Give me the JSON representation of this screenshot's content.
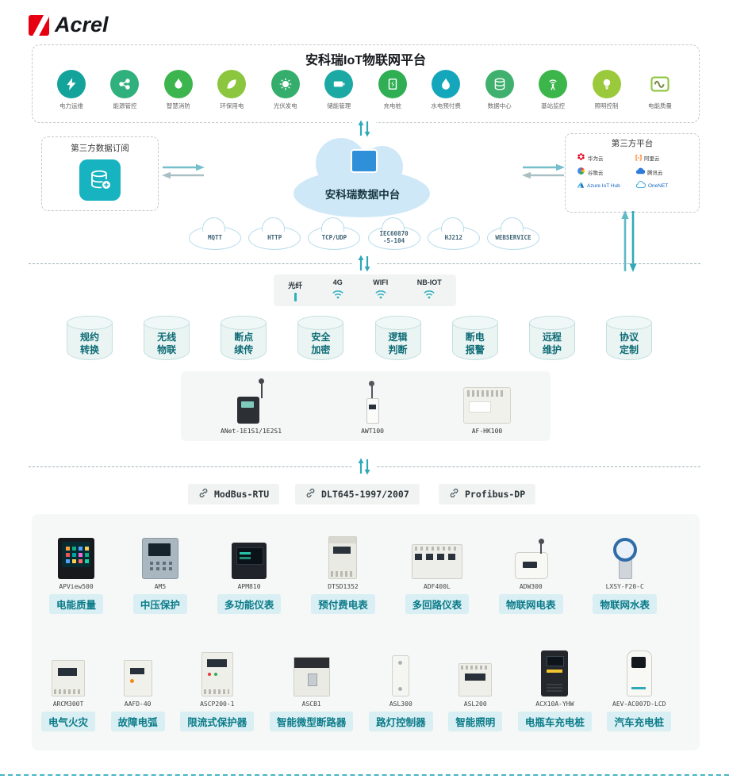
{
  "brand": {
    "name": "Acrel"
  },
  "colors": {
    "accent_teal": "#2fa9b8",
    "brand_red": "#e60012",
    "chip_bg": "#d9eff3",
    "chip_text": "#0b7b89",
    "cloud_blue": "#cfe8f7"
  },
  "platform": {
    "title": "安科瑞IoT物联网平台",
    "apps": [
      {
        "label": "电力运维"
      },
      {
        "label": "能源管控"
      },
      {
        "label": "智慧消防"
      },
      {
        "label": "环保用电"
      },
      {
        "label": "光伏发电"
      },
      {
        "label": "储能管理"
      },
      {
        "label": "充电桩"
      },
      {
        "label": "水电预付费"
      },
      {
        "label": "数据中心"
      },
      {
        "label": "基站监控"
      },
      {
        "label": "照明控制"
      },
      {
        "label": "电能质量"
      }
    ]
  },
  "subscription_box": {
    "title": "第三方数据订阅"
  },
  "data_hub": {
    "label": "安科瑞数据中台"
  },
  "third_party_box": {
    "title": "第三方平台",
    "vendors": [
      {
        "name": "华为云"
      },
      {
        "name": "阿里云",
        "mark": "[-]"
      },
      {
        "name": "谷歌云"
      },
      {
        "name": "腾讯云"
      },
      {
        "name": "Azure IoT Hub"
      },
      {
        "name": "OneNET"
      }
    ]
  },
  "protocol_clouds": [
    {
      "label": "MQTT"
    },
    {
      "label": "HTTP"
    },
    {
      "label": "TCP/UDP"
    },
    {
      "label": "IEC60870",
      "label2": "-5-104"
    },
    {
      "label": "HJ212"
    },
    {
      "label": "WEBSERVICE"
    }
  ],
  "connectivity": {
    "items": [
      {
        "label": "光纤"
      },
      {
        "label": "4G"
      },
      {
        "label": "WIFI"
      },
      {
        "label": "NB-IOT"
      }
    ]
  },
  "features": [
    {
      "label": "规约转换"
    },
    {
      "label": "无线物联"
    },
    {
      "label": "断点续传"
    },
    {
      "label": "安全加密"
    },
    {
      "label": "逻辑判断"
    },
    {
      "label": "断电报警"
    },
    {
      "label": "远程维护"
    },
    {
      "label": "协议定制"
    }
  ],
  "gateway_box": {
    "devices": [
      {
        "model": "ANet-1E1S1/1E2S1"
      },
      {
        "model": "AWT100"
      },
      {
        "model": "AF-HK100"
      }
    ]
  },
  "bus_protocols": [
    {
      "label": "ModBus-RTU"
    },
    {
      "label": "DLT645-1997/2007"
    },
    {
      "label": "Profibus-DP"
    }
  ],
  "products": {
    "row1": [
      {
        "model": "APView500",
        "label": "电能质量"
      },
      {
        "model": "AM5",
        "label": "中压保护"
      },
      {
        "model": "APM810",
        "label": "多功能仪表"
      },
      {
        "model": "DTSD1352",
        "label": "预付费电表"
      },
      {
        "model": "ADF400L",
        "label": "多回路仪表"
      },
      {
        "model": "ADW300",
        "label": "物联网电表"
      },
      {
        "model": "LXSY-F20-C",
        "label": "物联网水表"
      }
    ],
    "row2": [
      {
        "model": "ARCM300T",
        "label": "电气火灾"
      },
      {
        "model": "AAFD-40",
        "label": "故障电弧"
      },
      {
        "model": "ASCP200-1",
        "label": "限流式保护器"
      },
      {
        "model": "ASCB1",
        "label": "智能微型断路器"
      },
      {
        "model": "ASL300",
        "label": "路灯控制器"
      },
      {
        "model": "ASL200",
        "label": "智能照明"
      },
      {
        "model": "ACX10A-YHW",
        "label": "电瓶车充电桩"
      },
      {
        "model": "AEV-AC007D-LCD",
        "label": "汽车充电桩"
      }
    ]
  }
}
